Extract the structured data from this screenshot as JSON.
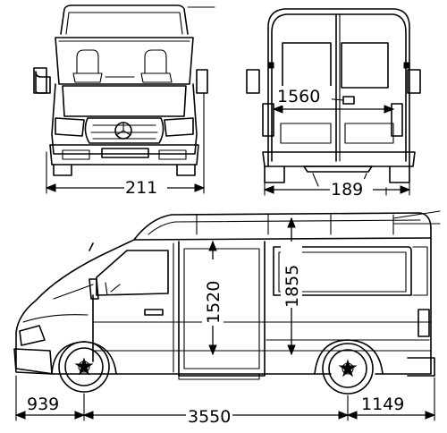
{
  "dimensions": {
    "front_width": "211",
    "rear_width": "189",
    "rear_door_width": "1560",
    "side_door_height": "1520",
    "interior_height": "1855",
    "front_overhang": "939",
    "wheelbase": "3550",
    "rear_overhang": "1149"
  }
}
